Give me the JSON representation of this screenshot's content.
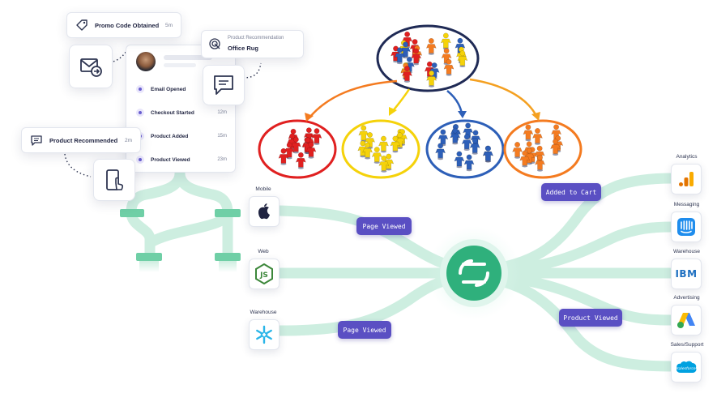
{
  "cards": {
    "promo": {
      "title": "Promo Code Obtained",
      "time": "5m"
    },
    "recommendation": {
      "kicker": "Product Recommendation",
      "title": "Office Rug"
    },
    "product_recommended": {
      "title": "Product Recommended",
      "time": "2m"
    }
  },
  "timeline": [
    {
      "label": "Email Opened",
      "time": ""
    },
    {
      "label": "Checkout Started",
      "time": "12m"
    },
    {
      "label": "Product Added",
      "time": "15m"
    },
    {
      "label": "Product Viewed",
      "time": "23m"
    }
  ],
  "sources": [
    {
      "label": "Mobile",
      "icon": "apple-icon"
    },
    {
      "label": "Web",
      "icon": "nodejs-icon"
    },
    {
      "label": "Warehouse",
      "icon": "snowflake-icon"
    }
  ],
  "destinations": [
    {
      "label": "Analytics",
      "icon": "analytics-bars-icon"
    },
    {
      "label": "Messaging",
      "icon": "intercom-icon"
    },
    {
      "label": "Warehouse",
      "icon": "ibm-icon",
      "logo_text": "IBM"
    },
    {
      "label": "Advertising",
      "icon": "google-ads-icon"
    },
    {
      "label": "Sales/Support",
      "icon": "salesforce-icon",
      "logo_text": "salesforce"
    }
  ],
  "events": {
    "page_viewed_1": "Page Viewed",
    "page_viewed_2": "Page Viewed",
    "added_to_cart": "Added to Cart",
    "product_viewed": "Product Viewed"
  },
  "colors": {
    "pipe": "#cdeee0",
    "pipe_dark": "#6fcfa6",
    "hub": "#2fb07c",
    "chip": "#5a4fc3",
    "red": "#e02020",
    "yellow": "#f5d20a",
    "blue": "#2d5fb8",
    "orange": "#f47b20"
  }
}
